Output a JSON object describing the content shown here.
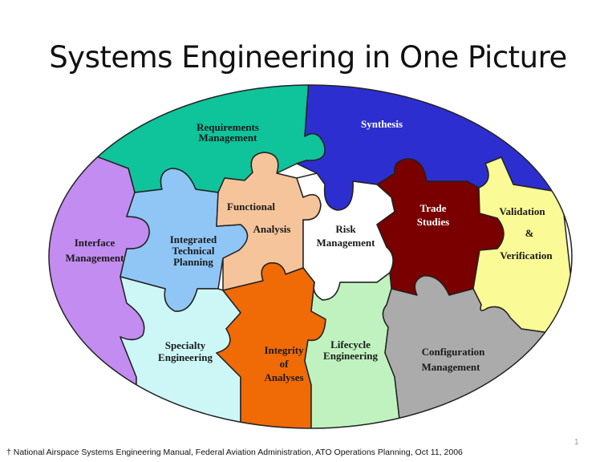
{
  "slide": {
    "title": "Systems Engineering in One Picture",
    "page_number": "1",
    "footnote": "† National Airspace Systems Engineering Manual, Federal Aviation Administration, ATO Operations Planning, Oct 11, 2006"
  },
  "pieces": {
    "requirements": {
      "lines": [
        "Requirements",
        "Management"
      ],
      "color": "#0fc39a"
    },
    "synthesis": {
      "lines": [
        "Synthesis"
      ],
      "color": "#2d2ed0"
    },
    "interface": {
      "lines": [
        "Interface",
        "Management"
      ],
      "color": "#c28cf0"
    },
    "integrated": {
      "lines": [
        "Integrated",
        "Technical",
        "Planning"
      ],
      "color": "#8fc6f5"
    },
    "functional": {
      "lines": [
        "Functional",
        "Analysis"
      ],
      "color": "#f6c49a"
    },
    "risk": {
      "lines": [
        "Risk",
        "Management"
      ],
      "color": "#ffffff"
    },
    "trade": {
      "lines": [
        "Trade",
        "Studies"
      ],
      "color": "#7a0000"
    },
    "validation": {
      "lines": [
        "Validation",
        "&",
        "Verification"
      ],
      "color": "#fafa96"
    },
    "specialty": {
      "lines": [
        "Specialty",
        "Engineering"
      ],
      "color": "#cdf7f7"
    },
    "integrity": {
      "lines": [
        "Integrity",
        "of",
        "Analyses"
      ],
      "color": "#f06a06"
    },
    "lifecycle": {
      "lines": [
        "Lifecycle",
        "Engineering"
      ],
      "color": "#bff2bf"
    },
    "configuration": {
      "lines": [
        "Configuration",
        "Management"
      ],
      "color": "#ababab"
    }
  }
}
